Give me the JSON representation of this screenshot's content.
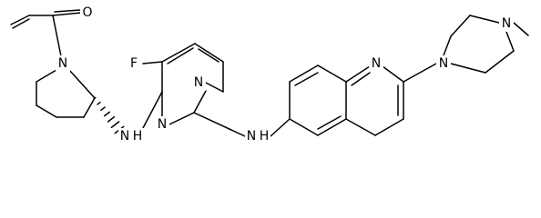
{
  "atom_labels": {
    "oxygen": "O",
    "piperidine_nitrogen": "N",
    "fluorine": "F",
    "pyrimidine_nitrogen_top": "N",
    "pyrimidine_nitrogen_bottom": "N",
    "amine_left": "N",
    "amine_left_hydrogen": "H",
    "amine_right": "N",
    "amine_right_hydrogen": "H",
    "quinoline_nitrogen": "N",
    "piperazine_nitrogen_bottom": "N",
    "piperazine_nitrogen_top": "N"
  }
}
